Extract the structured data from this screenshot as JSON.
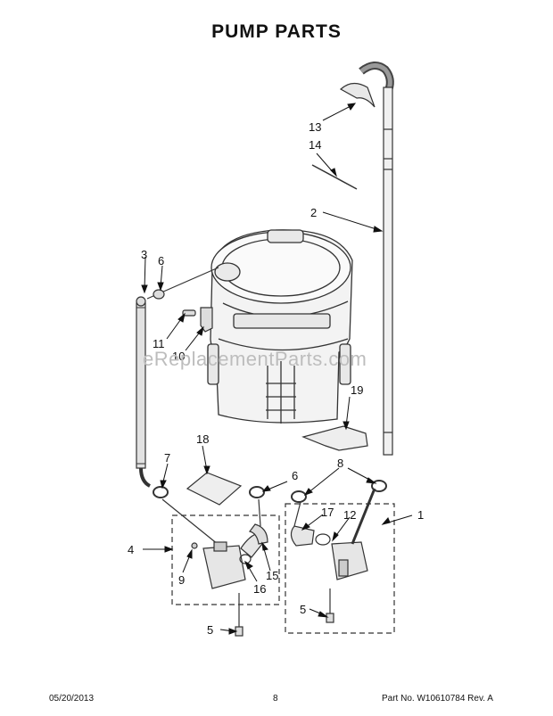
{
  "title": "PUMP PARTS",
  "watermark": "eReplacementParts.com",
  "callouts": [
    "1",
    "2",
    "3",
    "4",
    "5",
    "5",
    "6",
    "6",
    "7",
    "8",
    "9",
    "10",
    "11",
    "12",
    "13",
    "14",
    "15",
    "16",
    "17",
    "18",
    "19"
  ],
  "footer": {
    "date": "05/20/2013",
    "page": "8",
    "part_no": "Part No. W10610784  Rev. A"
  }
}
